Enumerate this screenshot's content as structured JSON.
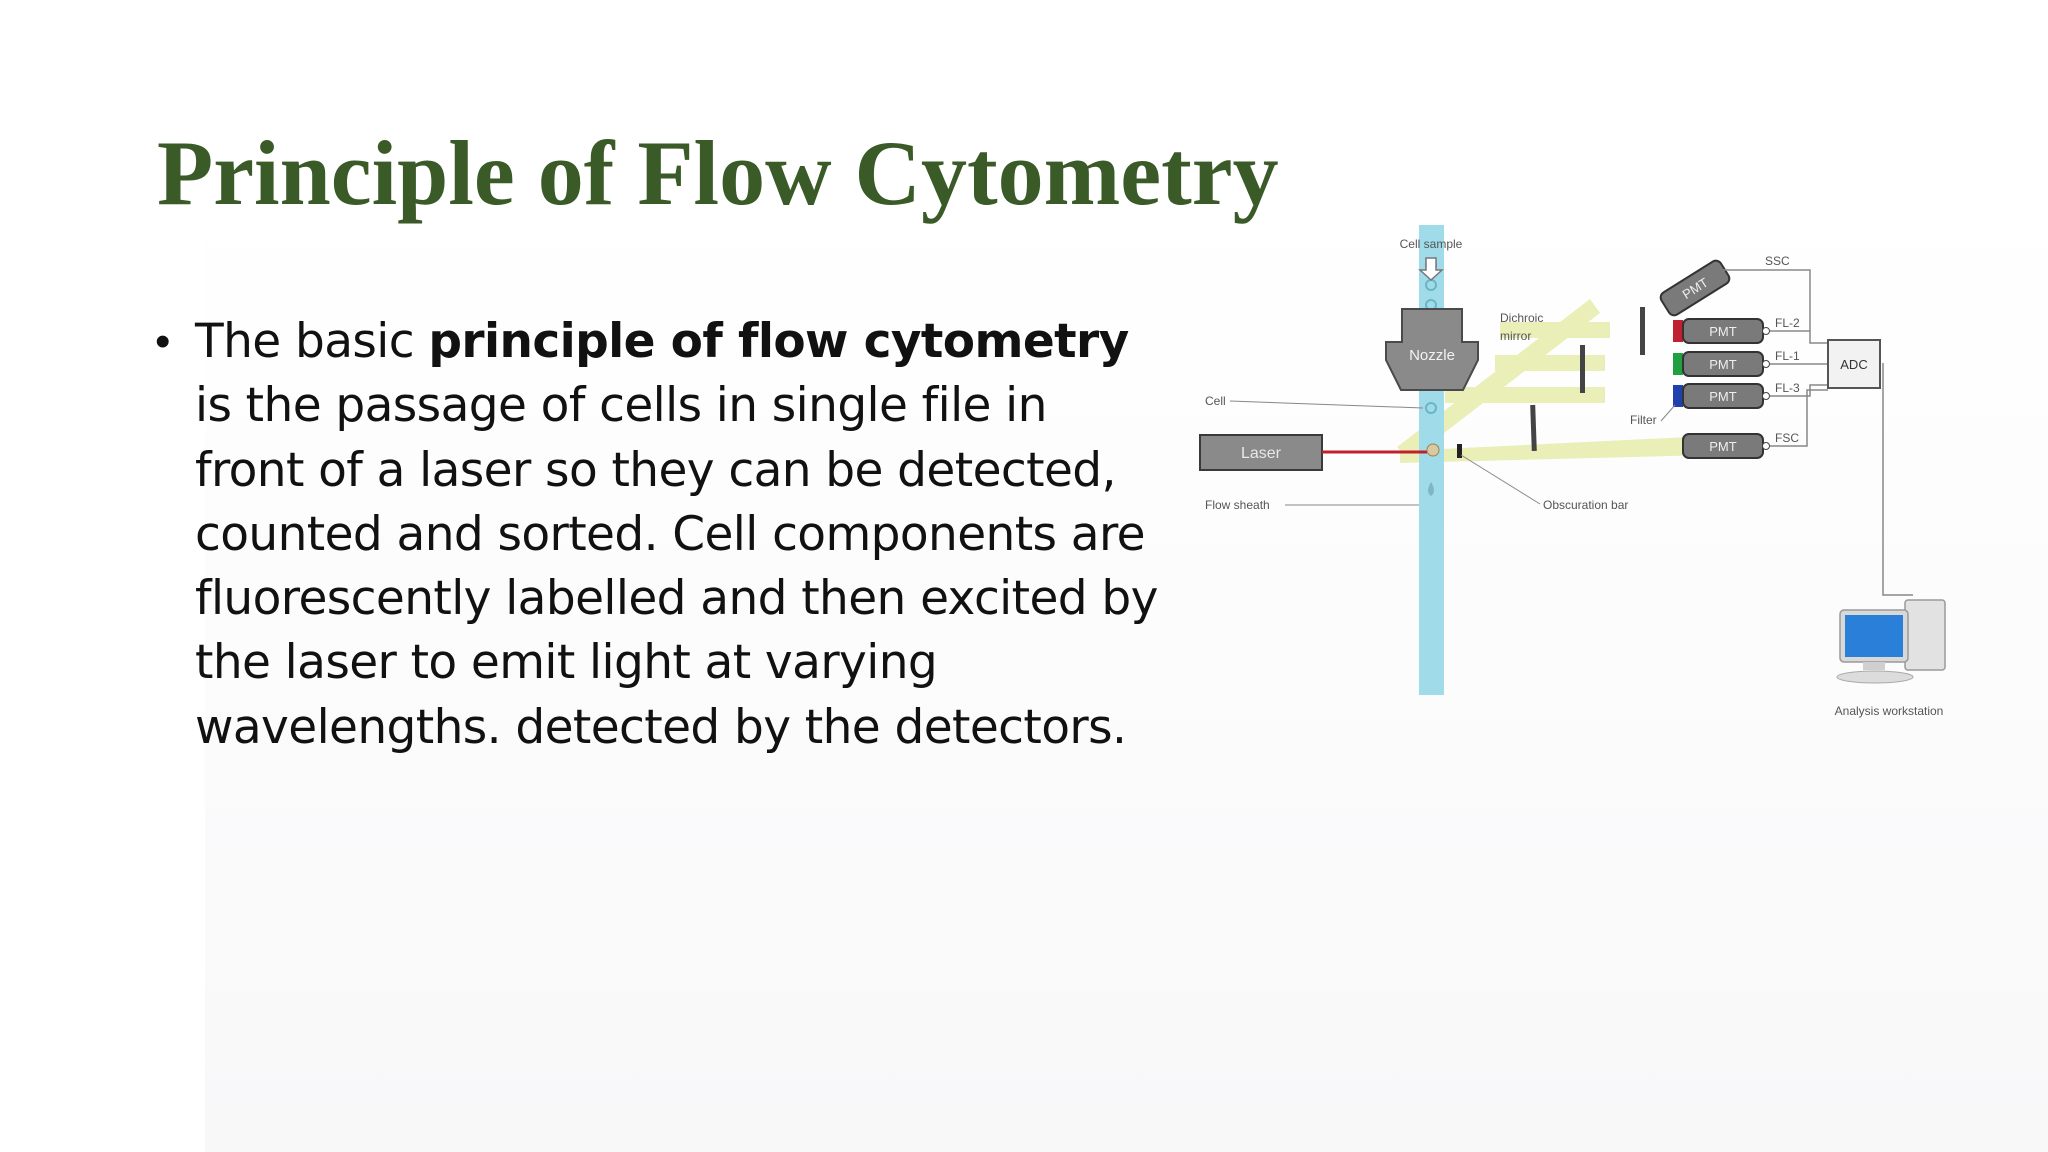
{
  "slide": {
    "title": "Principle of Flow Cytometry",
    "bullet": {
      "before": "The basic ",
      "bold": "principle of flow cytometry",
      "after": " is the passage of cells in single file in front of a laser so they can be detected, counted and sorted. Cell components are fluorescently labelled and then excited by the laser to emit light at varying wavelengths. detected by the detectors."
    }
  },
  "diagram": {
    "labels": {
      "cell_sample": "Cell sample",
      "nozzle": "Nozzle",
      "dichroic": "Dichroic",
      "mirror": "mirror",
      "cell": "Cell",
      "laser": "Laser",
      "flow_sheath": "Flow sheath",
      "obscuration_bar": "Obscuration bar",
      "filter": "Filter",
      "adc": "ADC",
      "analysis_workstation": "Analysis workstation",
      "ssc": "SSC",
      "fl2": "FL-2",
      "fl1": "FL-1",
      "fl3": "FL-3",
      "fsc": "FSC",
      "pmt": "PMT"
    },
    "colors": {
      "title": "#3a5a28",
      "stream": "#9fdbe8",
      "beam": "#e9efb7",
      "laser_line": "#c0202a",
      "fl2_filter": "#c02030",
      "fl1_filter": "#20a040",
      "fl3_filter": "#2040b0",
      "monitor": "#2a7fd8"
    }
  }
}
